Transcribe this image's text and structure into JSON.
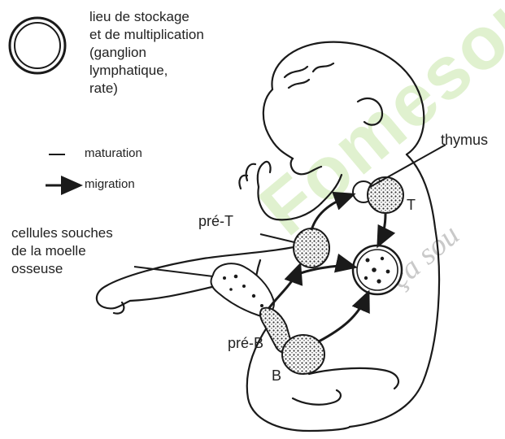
{
  "legend": {
    "storage_lines": [
      "lieu de stockage",
      "et de multiplication",
      "(ganglion",
      "lymphatique,",
      "rate)"
    ],
    "maturation": "maturation",
    "migration": "migration"
  },
  "labels": {
    "thymus": "thymus",
    "t": "T",
    "pre_t": "pré-T",
    "pre_b": "pré-B",
    "b": "B",
    "stem_cells": [
      "cellules souches",
      "de la moelle",
      "osseuse"
    ]
  },
  "watermark": {
    "main": "Fomesoutra",
    "sub": "ça sou"
  },
  "colors": {
    "line": "#1a1a1a",
    "watermark": "#c8e6a8"
  }
}
